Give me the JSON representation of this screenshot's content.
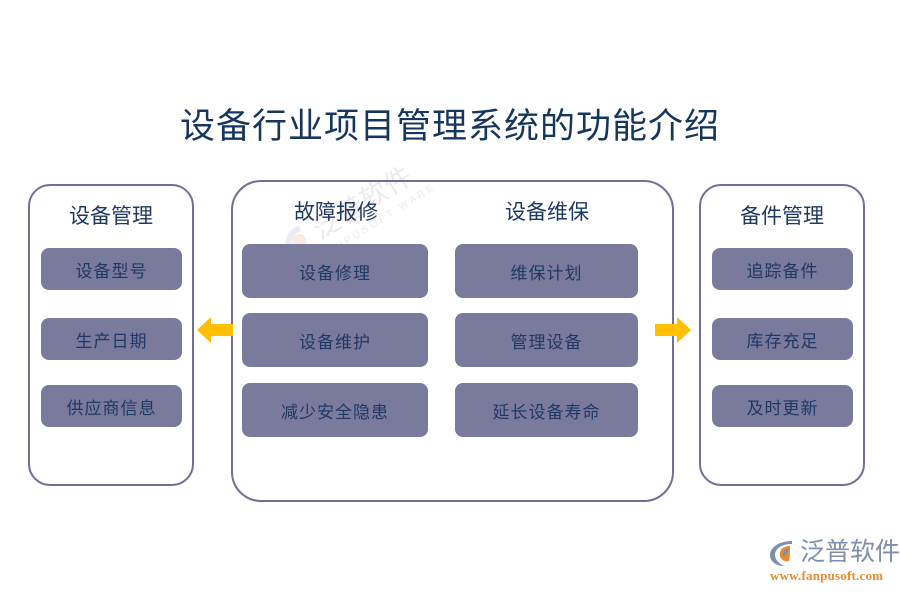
{
  "title": "设备行业项目管理系统的功能介绍",
  "colors": {
    "title_text": "#17365D",
    "panel_border": "#6F6F9B",
    "pill_fill": "#7A7A9C",
    "pill_text": "#1F3864",
    "heading_text": "#1F3864",
    "arrow_fill": "#FFC000",
    "logo_blue": "#7E8FAB",
    "logo_orange": "#E98B2F",
    "background": "#FFFFFF"
  },
  "panels": {
    "left": {
      "heading": "设备管理",
      "items": [
        {
          "label": "设备型号"
        },
        {
          "label": "生产日期"
        },
        {
          "label": "供应商信息"
        }
      ]
    },
    "center": {
      "columns": [
        {
          "heading": "故障报修",
          "items": [
            {
              "label": "设备修理"
            },
            {
              "label": "设备维护"
            },
            {
              "label": "减少安全隐患"
            }
          ]
        },
        {
          "heading": "设备维保",
          "items": [
            {
              "label": "维保计划"
            },
            {
              "label": "管理设备"
            },
            {
              "label": "延长设备寿命"
            }
          ]
        }
      ]
    },
    "right": {
      "heading": "备件管理",
      "items": [
        {
          "label": "追踪备件"
        },
        {
          "label": "库存充足"
        },
        {
          "label": "及时更新"
        }
      ]
    }
  },
  "arrows": {
    "left": {
      "icon": "arrow-left-icon",
      "direction": "left"
    },
    "right": {
      "icon": "arrow-right-icon",
      "direction": "right"
    }
  },
  "watermark": {
    "text": "泛普软件",
    "subtext": "FANPUSOFT WARE",
    "icon": "fanpu-logo-mark-icon"
  },
  "logo": {
    "name": "泛普软件",
    "url": "www.fanpusoft.com",
    "icon": "fanpu-logo-mark-icon"
  }
}
